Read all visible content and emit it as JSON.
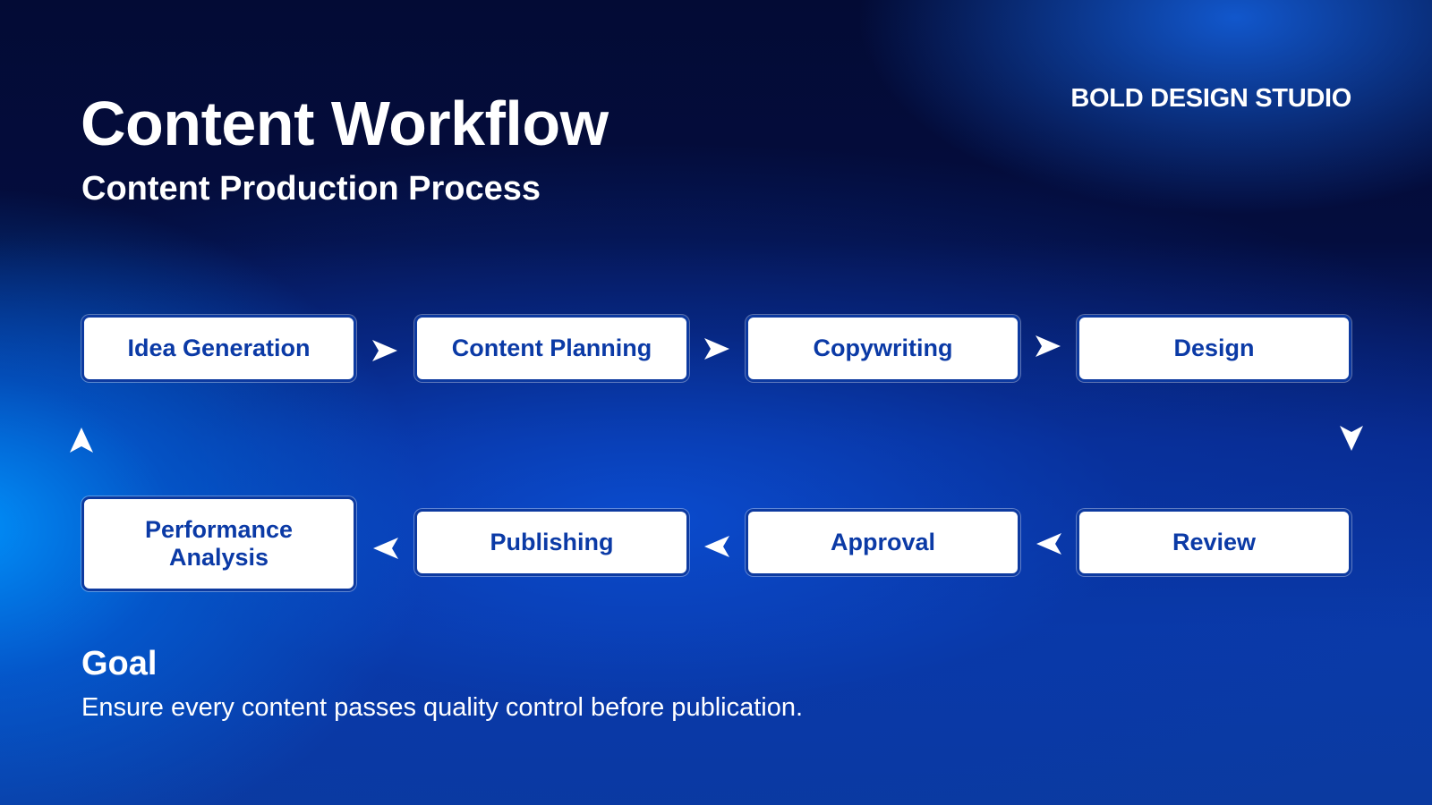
{
  "header": {
    "title": "Content Workflow",
    "subtitle": "Content Production Process",
    "brand": "BOLD DESIGN STUDIO"
  },
  "steps": [
    {
      "label": "Idea Generation"
    },
    {
      "label": "Content Planning"
    },
    {
      "label": "Copywriting"
    },
    {
      "label": "Design"
    },
    {
      "label": "Review"
    },
    {
      "label": "Approval"
    },
    {
      "label": "Publishing"
    },
    {
      "label": "Performance Analysis"
    }
  ],
  "connectors": [
    {
      "from": "Idea Generation",
      "to": "Content Planning",
      "icon": "arrow-right-icon"
    },
    {
      "from": "Content Planning",
      "to": "Copywriting",
      "icon": "arrow-right-icon"
    },
    {
      "from": "Copywriting",
      "to": "Design",
      "icon": "arrow-right-icon"
    },
    {
      "from": "Design",
      "to": "Review",
      "icon": "arrow-down-icon"
    },
    {
      "from": "Review",
      "to": "Approval",
      "icon": "arrow-left-icon"
    },
    {
      "from": "Approval",
      "to": "Publishing",
      "icon": "arrow-left-icon"
    },
    {
      "from": "Publishing",
      "to": "Performance Analysis",
      "icon": "arrow-left-icon"
    },
    {
      "from": "Performance Analysis",
      "to": "Idea Generation",
      "icon": "arrow-up-icon"
    }
  ],
  "goal": {
    "title": "Goal",
    "text": "Ensure every content passes quality control before publication."
  },
  "colors": {
    "background": "#061a6b",
    "box_fill": "#ffffff",
    "box_text": "#0b3aa6",
    "box_border": "#0d3aa0",
    "text": "#ffffff",
    "arrow": "#ffffff"
  }
}
